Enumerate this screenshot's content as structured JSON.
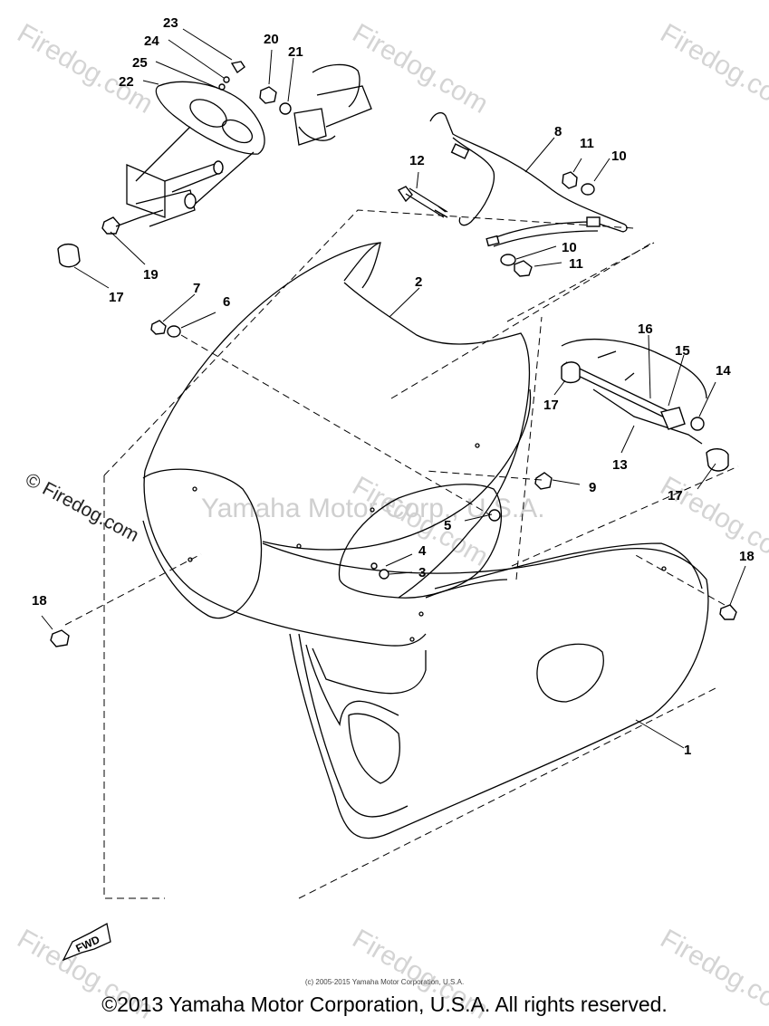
{
  "watermarks": {
    "site": "Firedog.com",
    "side": "© Firedog.com",
    "center": "Yamaha Motor Corp., U.S.A."
  },
  "labels": [
    "1",
    "2",
    "3",
    "4",
    "5",
    "6",
    "7",
    "8",
    "9",
    "10",
    "10",
    "11",
    "11",
    "12",
    "13",
    "14",
    "15",
    "16",
    "17",
    "17",
    "17",
    "18",
    "18",
    "19",
    "20",
    "21",
    "22",
    "23",
    "24",
    "25"
  ],
  "fwd_label": "FWD",
  "small_copyright": "(c) 2005-2015 Yamaha Motor Corporation, U.S.A.",
  "copyright": "©2013 Yamaha Motor Corporation, U.S.A. All rights reserved."
}
